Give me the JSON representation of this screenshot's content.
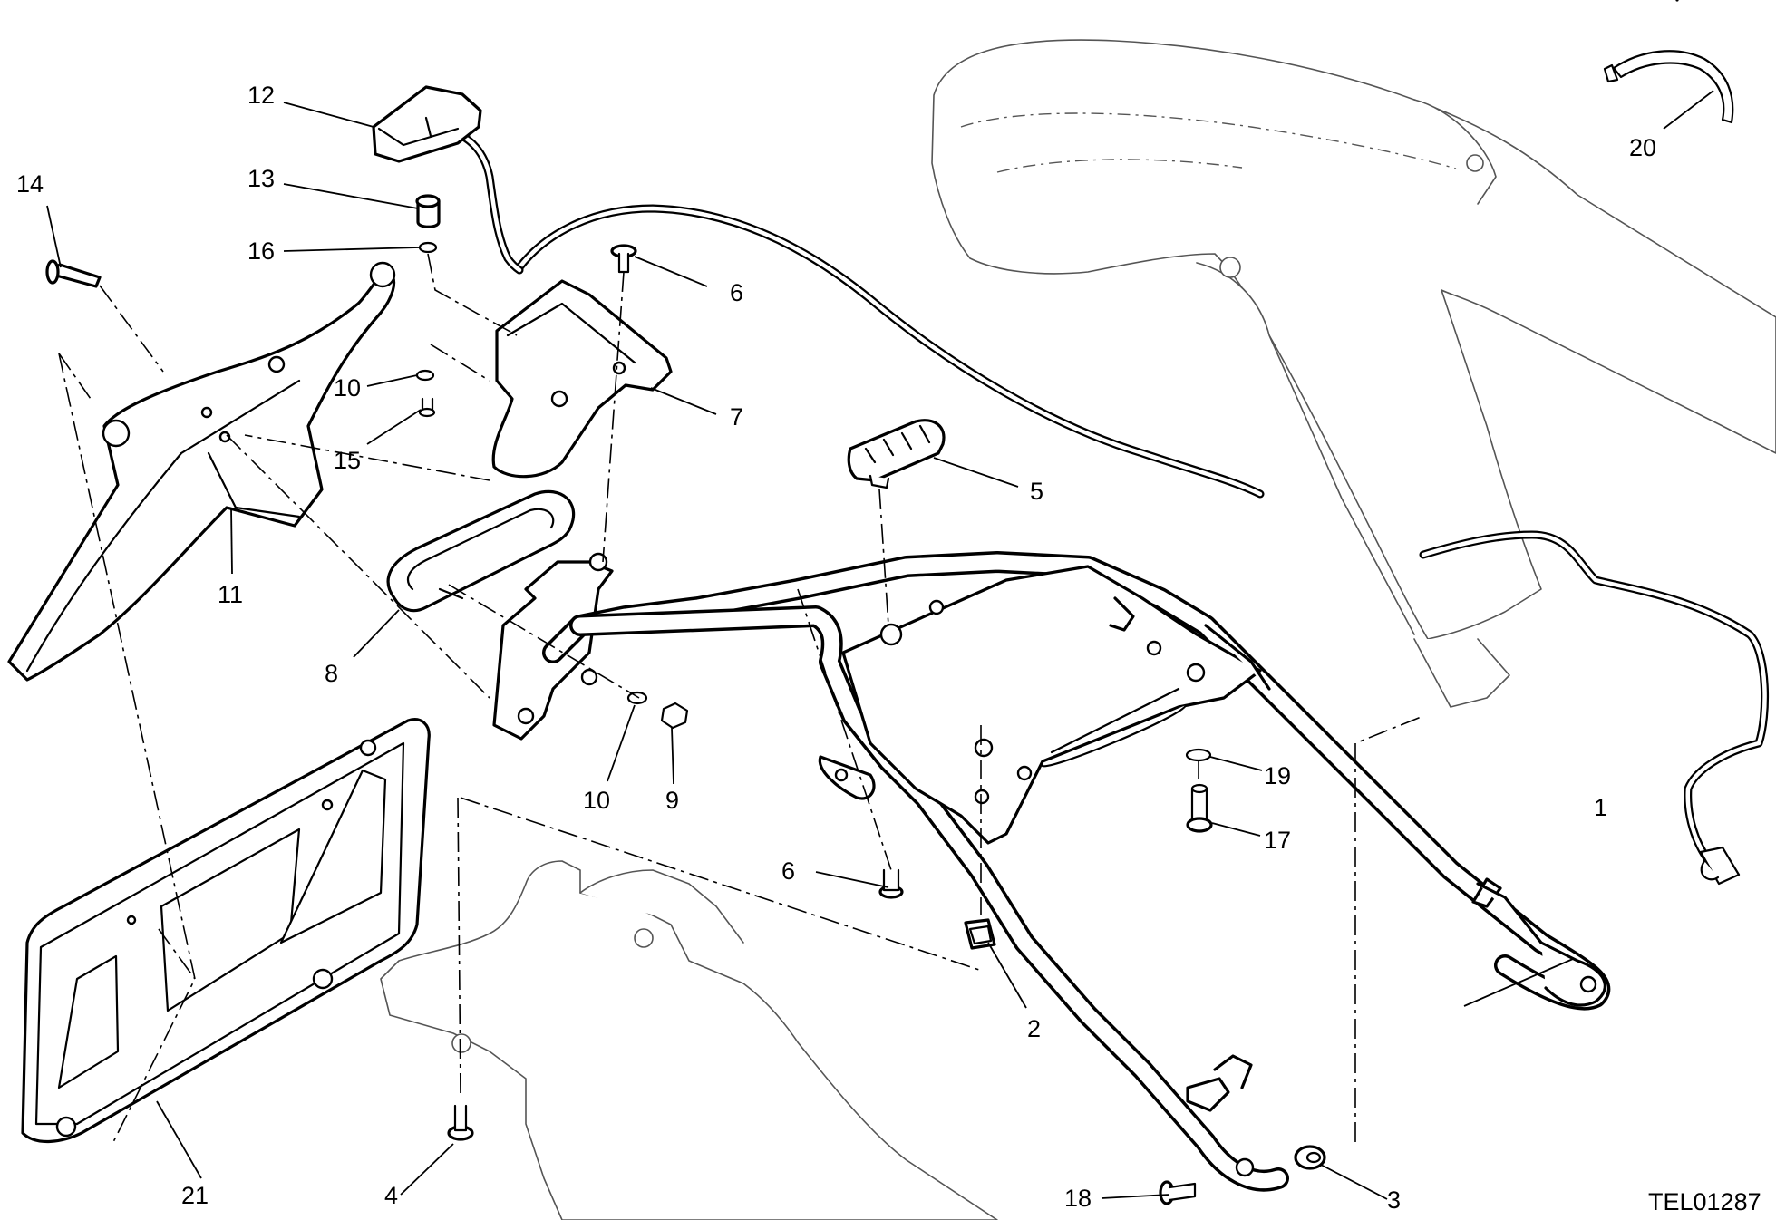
{
  "drawing": {
    "code": "TEL01287",
    "line_color": "#000000",
    "background": "#ffffff"
  },
  "callouts": [
    {
      "label": "1"
    },
    {
      "label": "2"
    },
    {
      "label": "3"
    },
    {
      "label": "4"
    },
    {
      "label": "5"
    },
    {
      "label": "6"
    },
    {
      "label": "6"
    },
    {
      "label": "7"
    },
    {
      "label": "8"
    },
    {
      "label": "9"
    },
    {
      "label": "10"
    },
    {
      "label": "10"
    },
    {
      "label": "11"
    },
    {
      "label": "12"
    },
    {
      "label": "13"
    },
    {
      "label": "14"
    },
    {
      "label": "15"
    },
    {
      "label": "16"
    },
    {
      "label": "17"
    },
    {
      "label": "18"
    },
    {
      "label": "19"
    },
    {
      "label": "20"
    },
    {
      "label": "21"
    }
  ]
}
